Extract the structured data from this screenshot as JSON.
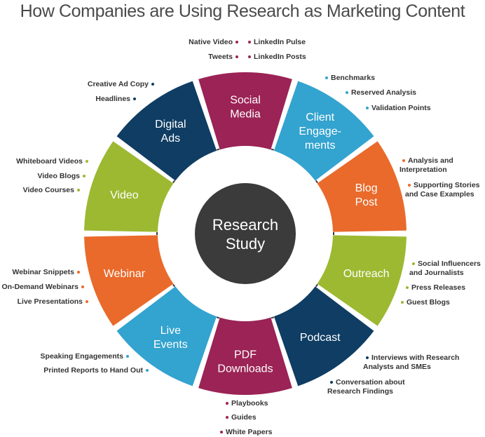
{
  "title": "How Companies are Using Research as Marketing Content",
  "center": {
    "lines": [
      "Research",
      "Study"
    ],
    "color": "#3b3b3b"
  },
  "segments": [
    {
      "id": "social-media",
      "lines": [
        "Social",
        "Media"
      ],
      "color": "#9b2355",
      "items": [
        "Native Video",
        "LinkedIn Pulse",
        "Tweets",
        "LinkedIn Posts"
      ]
    },
    {
      "id": "client-engagements",
      "lines": [
        "Client",
        "Engage-",
        "ments"
      ],
      "color": "#33a3cf",
      "items": [
        "Benchmarks",
        "Reserved Analysis",
        "Validation Points"
      ]
    },
    {
      "id": "blog-post",
      "lines": [
        "Blog",
        "Post"
      ],
      "color": "#e96a2b",
      "items": [
        "Analysis and Interpretation",
        "Supporting Stories and Case Examples"
      ]
    },
    {
      "id": "outreach",
      "lines": [
        "Outreach"
      ],
      "color": "#9cb931",
      "items": [
        "Social Influencers and Journalists",
        "Press Releases",
        "Guest Blogs"
      ]
    },
    {
      "id": "podcast",
      "lines": [
        "Podcast"
      ],
      "color": "#0f3d63",
      "items": [
        "Interviews with Research Analysts and SMEs",
        "Conversation about Research Findings"
      ]
    },
    {
      "id": "pdf-downloads",
      "lines": [
        "PDF",
        "Downloads"
      ],
      "color": "#9b2355",
      "items": [
        "Playbooks",
        "Guides",
        "White Papers"
      ]
    },
    {
      "id": "live-events",
      "lines": [
        "Live",
        "Events"
      ],
      "color": "#33a3cf",
      "items": [
        "Speaking Engagements",
        "Printed Reports to Hand Out"
      ]
    },
    {
      "id": "webinar",
      "lines": [
        "Webinar"
      ],
      "color": "#e96a2b",
      "items": [
        "Webinar Snippets",
        "On-Demand Webinars",
        "Live Presentations"
      ]
    },
    {
      "id": "video",
      "lines": [
        "Video"
      ],
      "color": "#9cb931",
      "items": [
        "Whiteboard Videos",
        "Video Blogs",
        "Video Courses"
      ]
    },
    {
      "id": "digital-ads",
      "lines": [
        "Digital",
        "Ads"
      ],
      "color": "#0f3d63",
      "items": [
        "Creative Ad Copy",
        "Headlines"
      ]
    }
  ]
}
